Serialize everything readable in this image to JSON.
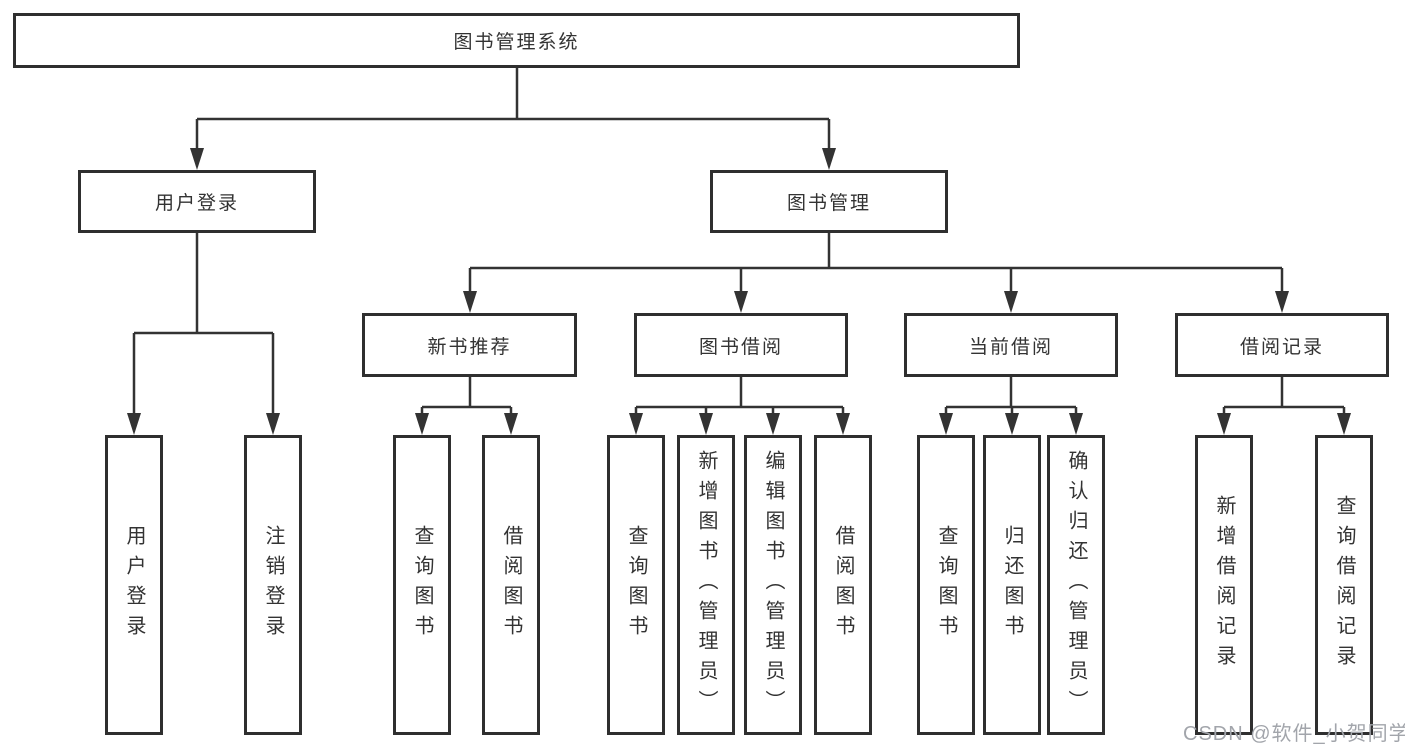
{
  "nodes": {
    "root": "图书管理系统",
    "user_login": "用户登录",
    "book_mgmt": "图书管理",
    "new_book_rec": "新书推荐",
    "book_borrow": "图书借阅",
    "current_borrow": "当前借阅",
    "borrow_records": "借阅记录",
    "leaf_user_login": "用户登录",
    "leaf_logout": "注销登录",
    "leaf_rec_query_books": "查询图书",
    "leaf_rec_borrow_books": "借阅图书",
    "leaf_borrow_query_books": "查询图书",
    "leaf_borrow_add_book_admin": "新增图书（管理员）",
    "leaf_borrow_edit_book_admin": "编辑图书（管理员）",
    "leaf_borrow_borrow_books": "借阅图书",
    "leaf_current_query_books": "查询图书",
    "leaf_current_return_book": "归还图书",
    "leaf_current_confirm_return_admin": "确认归还（管理员）",
    "leaf_records_add_record": "新增借阅记录",
    "leaf_records_query_record": "查询借阅记录"
  },
  "watermark": "CSDN @软件_小贺同学",
  "colors": {
    "line": "#333333",
    "box_border": "#2f2f2f",
    "text": "#333333",
    "watermark": "#a2a5ab",
    "background": "#ffffff"
  }
}
